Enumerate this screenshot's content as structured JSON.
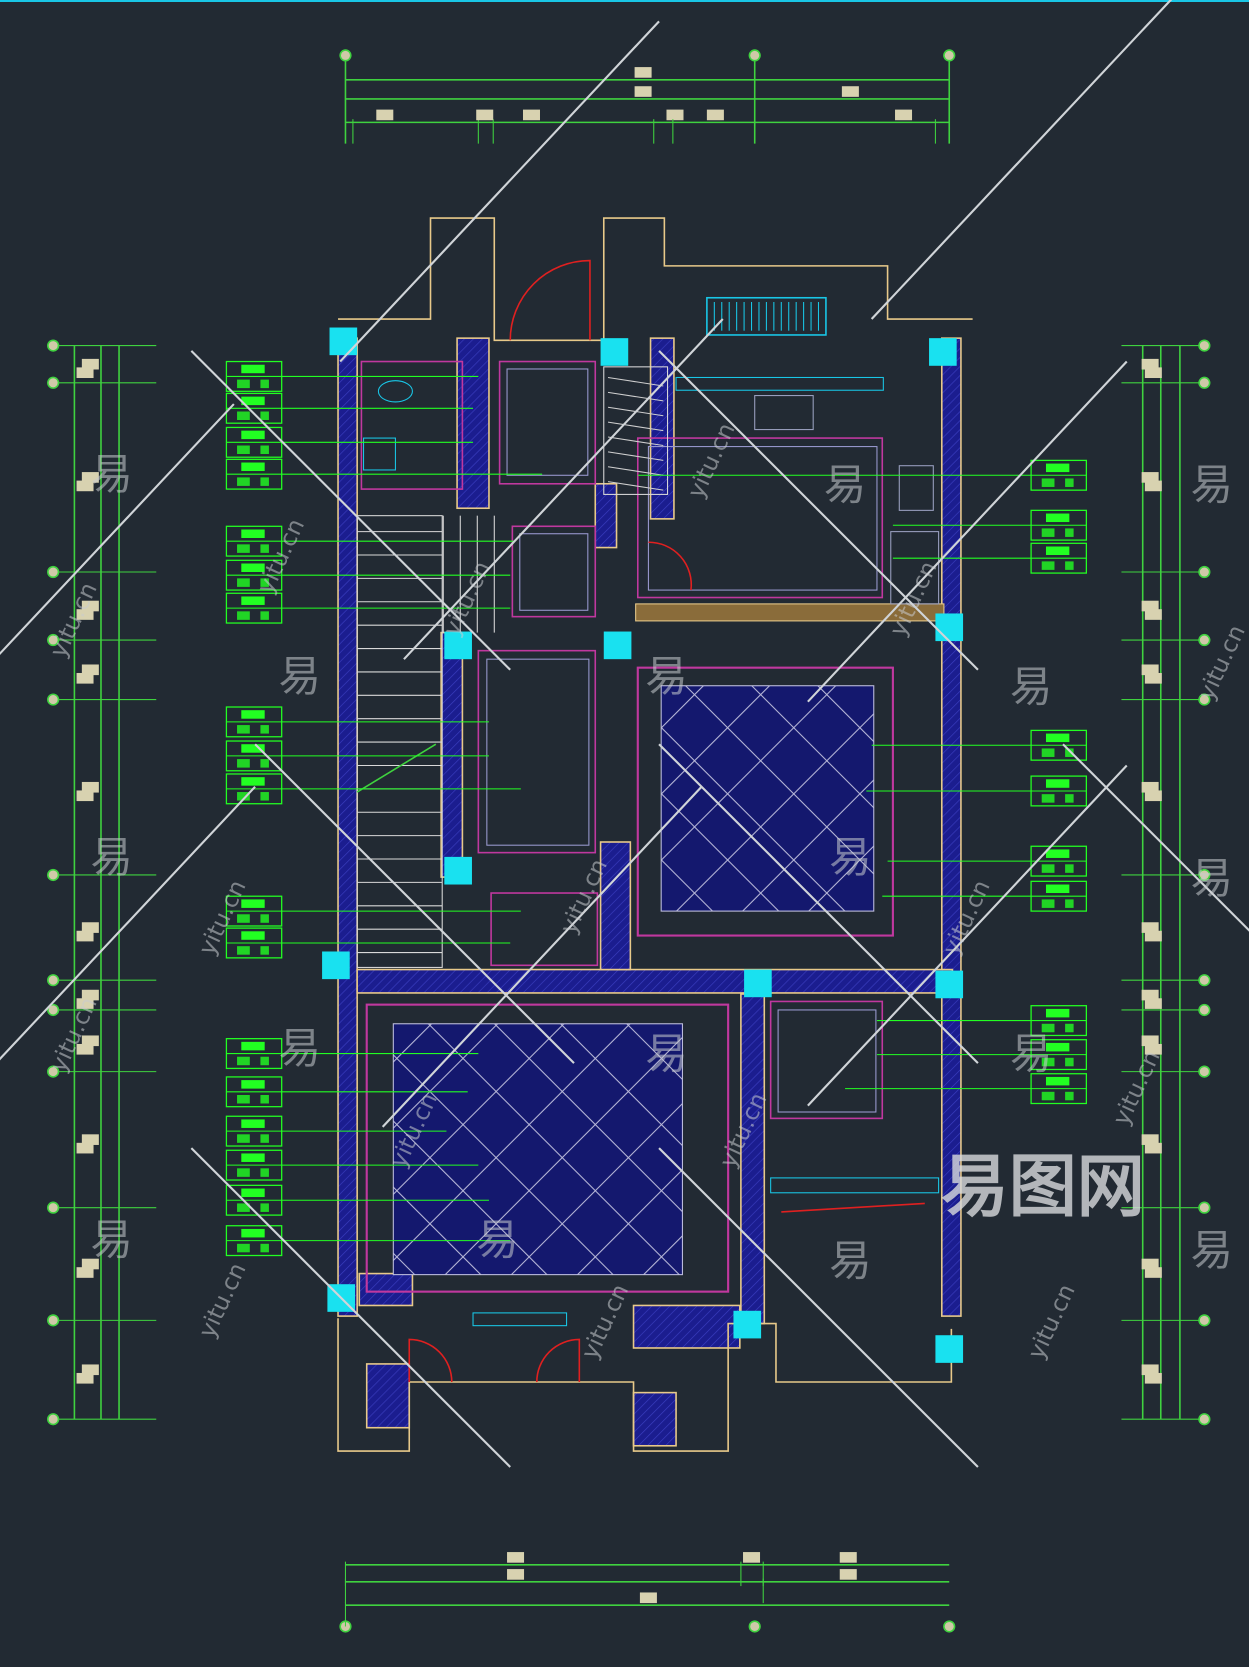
{
  "watermark": {
    "brand": "易图网",
    "glyph": "易",
    "domain": "yitu.cn"
  },
  "colors": {
    "background": "#222a33",
    "dimension": "#3fd23f",
    "wall_fill": "#1b1d8f",
    "wall_outline": "#e8c98a",
    "column": "#19e1f0",
    "furniture": "#c0389f",
    "label_box": "#22ff22",
    "door": "#e02020"
  }
}
